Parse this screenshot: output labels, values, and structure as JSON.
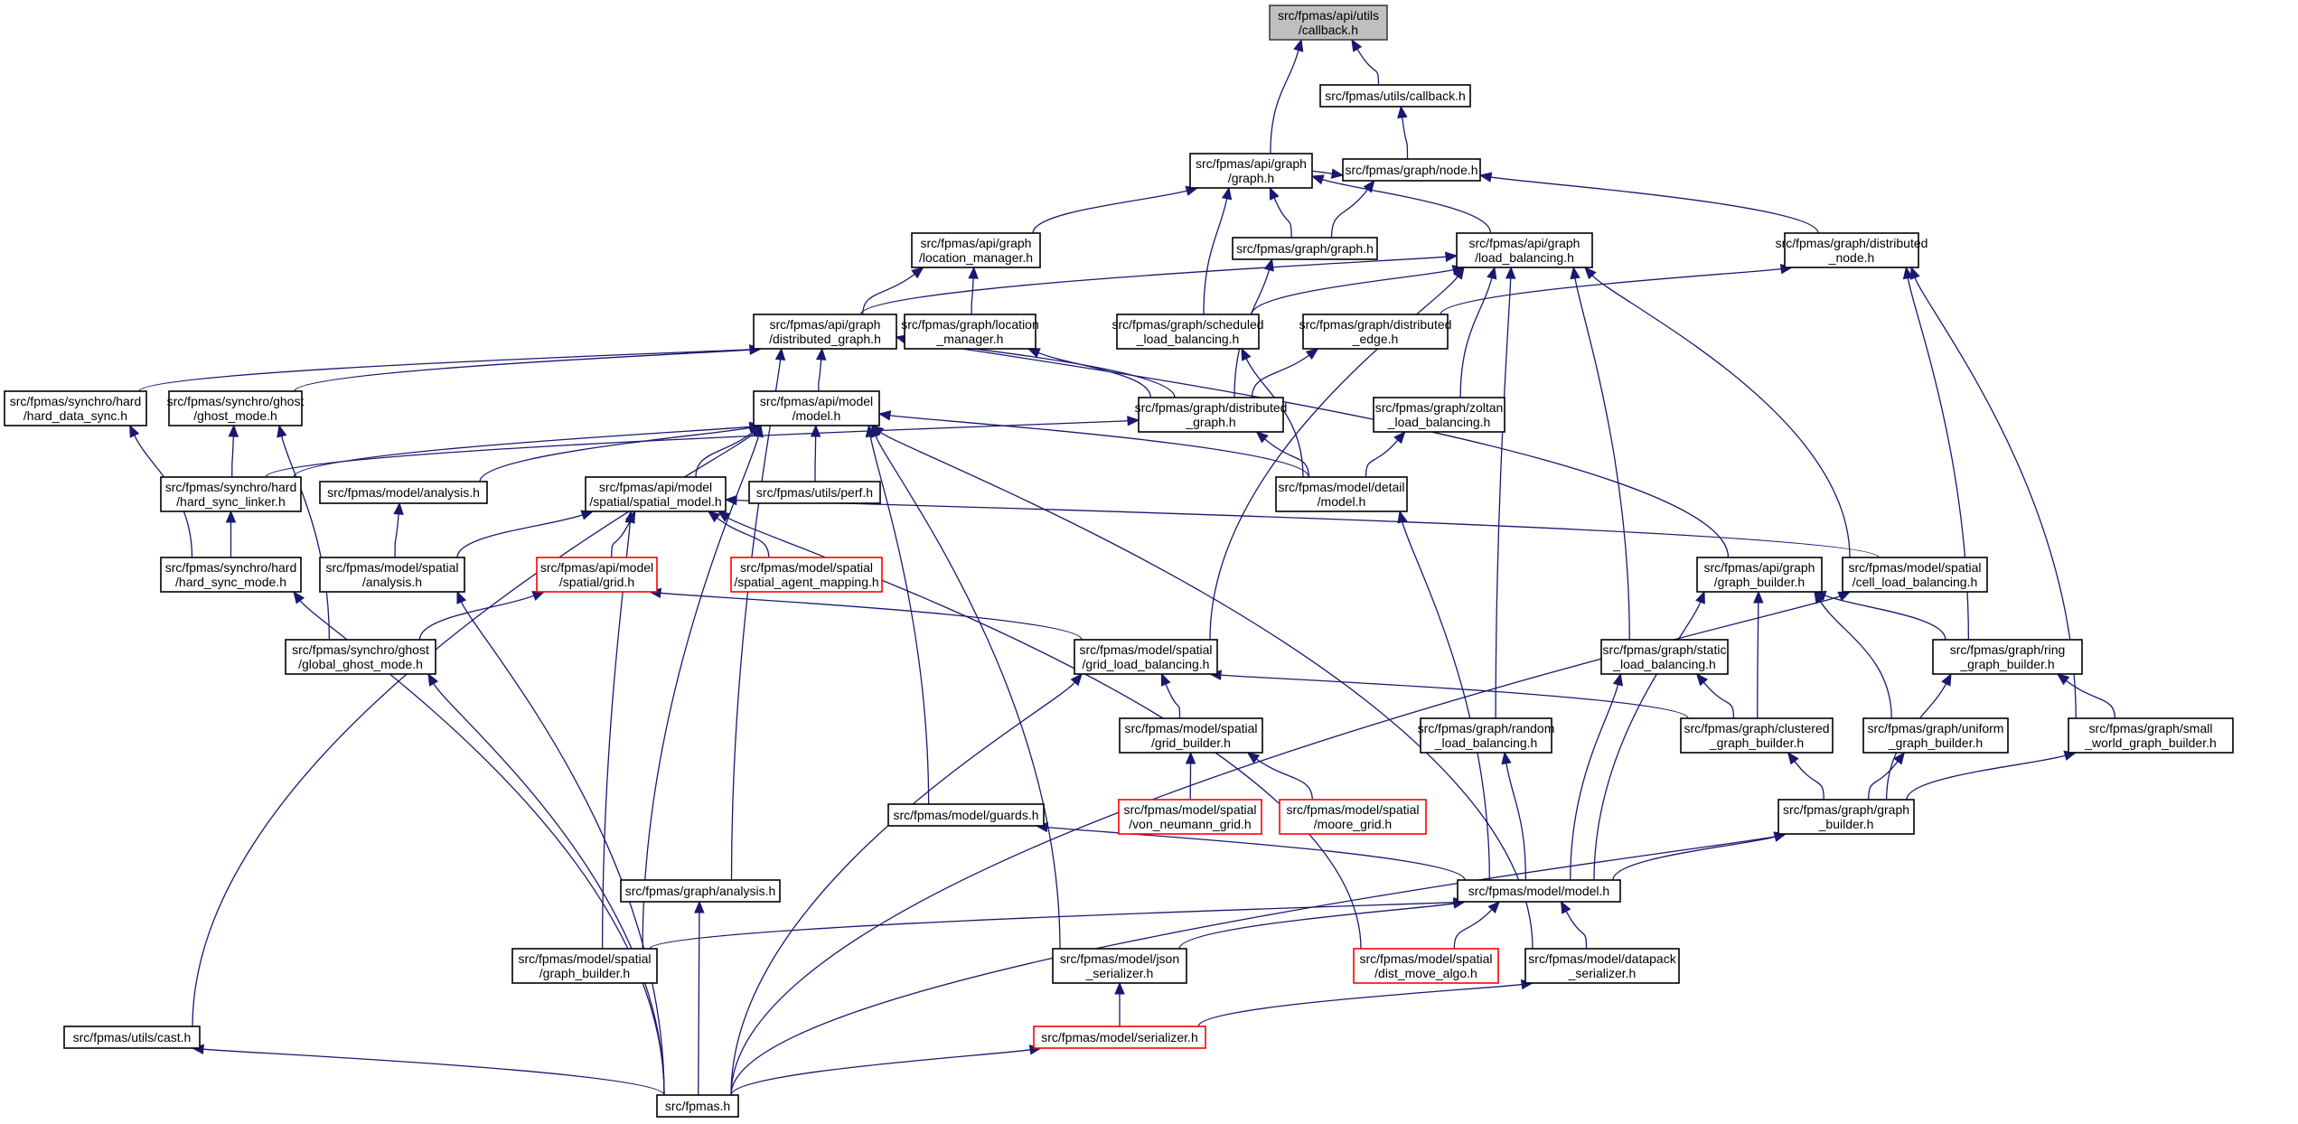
{
  "nodes": [
    {
      "id": "root",
      "lines": [
        "src/fpmas/api/utils",
        "/callback.h"
      ],
      "root": true
    },
    {
      "id": "cb",
      "lines": [
        "src/fpmas/utils/callback.h"
      ]
    },
    {
      "id": "node",
      "lines": [
        "src/fpmas/graph/node.h"
      ]
    },
    {
      "id": "apigraph",
      "lines": [
        "src/fpmas/api/graph",
        "/graph.h"
      ]
    },
    {
      "id": "gg",
      "lines": [
        "src/fpmas/graph/graph.h"
      ]
    },
    {
      "id": "dnode",
      "lines": [
        "src/fpmas/graph/distributed",
        "_node.h"
      ]
    },
    {
      "id": "alm",
      "lines": [
        "src/fpmas/api/graph",
        "/location_manager.h"
      ]
    },
    {
      "id": "alb",
      "lines": [
        "src/fpmas/api/graph",
        "/load_balancing.h"
      ]
    },
    {
      "id": "adg",
      "lines": [
        "src/fpmas/api/graph",
        "/distributed_graph.h"
      ]
    },
    {
      "id": "glm",
      "lines": [
        "src/fpmas/graph/location",
        "_manager.h"
      ]
    },
    {
      "id": "slb",
      "lines": [
        "src/fpmas/graph/scheduled",
        "_load_balancing.h"
      ]
    },
    {
      "id": "dedge",
      "lines": [
        "src/fpmas/graph/distributed",
        "_edge.h"
      ]
    },
    {
      "id": "hds",
      "lines": [
        "src/fpmas/synchro/hard",
        "/hard_data_sync.h"
      ]
    },
    {
      "id": "ghm",
      "lines": [
        "src/fpmas/synchro/ghost",
        "/ghost_mode.h"
      ]
    },
    {
      "id": "amodel",
      "lines": [
        "src/fpmas/api/model",
        "/model.h"
      ]
    },
    {
      "id": "dgraph",
      "lines": [
        "src/fpmas/graph/distributed",
        "_graph.h"
      ]
    },
    {
      "id": "zlb",
      "lines": [
        "src/fpmas/graph/zoltan",
        "_load_balancing.h"
      ]
    },
    {
      "id": "hsl",
      "lines": [
        "src/fpmas/synchro/hard",
        "/hard_sync_linker.h"
      ]
    },
    {
      "id": "man",
      "lines": [
        "src/fpmas/model/analysis.h"
      ]
    },
    {
      "id": "asm",
      "lines": [
        "src/fpmas/api/model",
        "/spatial/spatial_model.h"
      ]
    },
    {
      "id": "perf",
      "lines": [
        "src/fpmas/utils/perf.h"
      ]
    },
    {
      "id": "mdm",
      "lines": [
        "src/fpmas/model/detail",
        "/model.h"
      ]
    },
    {
      "id": "hsm",
      "lines": [
        "src/fpmas/synchro/hard",
        "/hard_sync_mode.h"
      ]
    },
    {
      "id": "msa",
      "lines": [
        "src/fpmas/model/spatial",
        "/analysis.h"
      ]
    },
    {
      "id": "agrid",
      "lines": [
        "src/fpmas/api/model",
        "/spatial/grid.h"
      ],
      "red": true
    },
    {
      "id": "sam",
      "lines": [
        "src/fpmas/model/spatial",
        "/spatial_agent_mapping.h"
      ],
      "red": true
    },
    {
      "id": "agb",
      "lines": [
        "src/fpmas/api/graph",
        "/graph_builder.h"
      ]
    },
    {
      "id": "clb",
      "lines": [
        "src/fpmas/model/spatial",
        "/cell_load_balancing.h"
      ]
    },
    {
      "id": "ggm",
      "lines": [
        "src/fpmas/synchro/ghost",
        "/global_ghost_mode.h"
      ]
    },
    {
      "id": "glb",
      "lines": [
        "src/fpmas/model/spatial",
        "/grid_load_balancing.h"
      ]
    },
    {
      "id": "stlb",
      "lines": [
        "src/fpmas/graph/static",
        "_load_balancing.h"
      ]
    },
    {
      "id": "rgb",
      "lines": [
        "src/fpmas/graph/ring",
        "_graph_builder.h"
      ]
    },
    {
      "id": "gbld",
      "lines": [
        "src/fpmas/model/spatial",
        "/grid_builder.h"
      ]
    },
    {
      "id": "rlb",
      "lines": [
        "src/fpmas/graph/random",
        "_load_balancing.h"
      ]
    },
    {
      "id": "cgb",
      "lines": [
        "src/fpmas/graph/clustered",
        "_graph_builder.h"
      ]
    },
    {
      "id": "ugb",
      "lines": [
        "src/fpmas/graph/uniform",
        "_graph_builder.h"
      ]
    },
    {
      "id": "swgb",
      "lines": [
        "src/fpmas/graph/small",
        "_world_graph_builder.h"
      ]
    },
    {
      "id": "vng",
      "lines": [
        "src/fpmas/model/spatial",
        "/von_neumann_grid.h"
      ],
      "red": true
    },
    {
      "id": "mg",
      "lines": [
        "src/fpmas/model/spatial",
        "/moore_grid.h"
      ],
      "red": true
    },
    {
      "id": "guards",
      "lines": [
        "src/fpmas/model/guards.h"
      ]
    },
    {
      "id": "ggb",
      "lines": [
        "src/fpmas/graph/graph",
        "_builder.h"
      ]
    },
    {
      "id": "gan",
      "lines": [
        "src/fpmas/graph/analysis.h"
      ]
    },
    {
      "id": "mmodel",
      "lines": [
        "src/fpmas/model/model.h"
      ]
    },
    {
      "id": "msgb",
      "lines": [
        "src/fpmas/model/spatial",
        "/graph_builder.h"
      ]
    },
    {
      "id": "json",
      "lines": [
        "src/fpmas/model/json",
        "_serializer.h"
      ]
    },
    {
      "id": "dma",
      "lines": [
        "src/fpmas/model/spatial",
        "/dist_move_algo.h"
      ],
      "red": true
    },
    {
      "id": "dps",
      "lines": [
        "src/fpmas/model/datapack",
        "_serializer.h"
      ]
    },
    {
      "id": "cast",
      "lines": [
        "src/fpmas/utils/cast.h"
      ]
    },
    {
      "id": "ser",
      "lines": [
        "src/fpmas/model/serializer.h"
      ],
      "red": true
    },
    {
      "id": "fpmas",
      "lines": [
        "src/fpmas.h"
      ]
    }
  ]
}
